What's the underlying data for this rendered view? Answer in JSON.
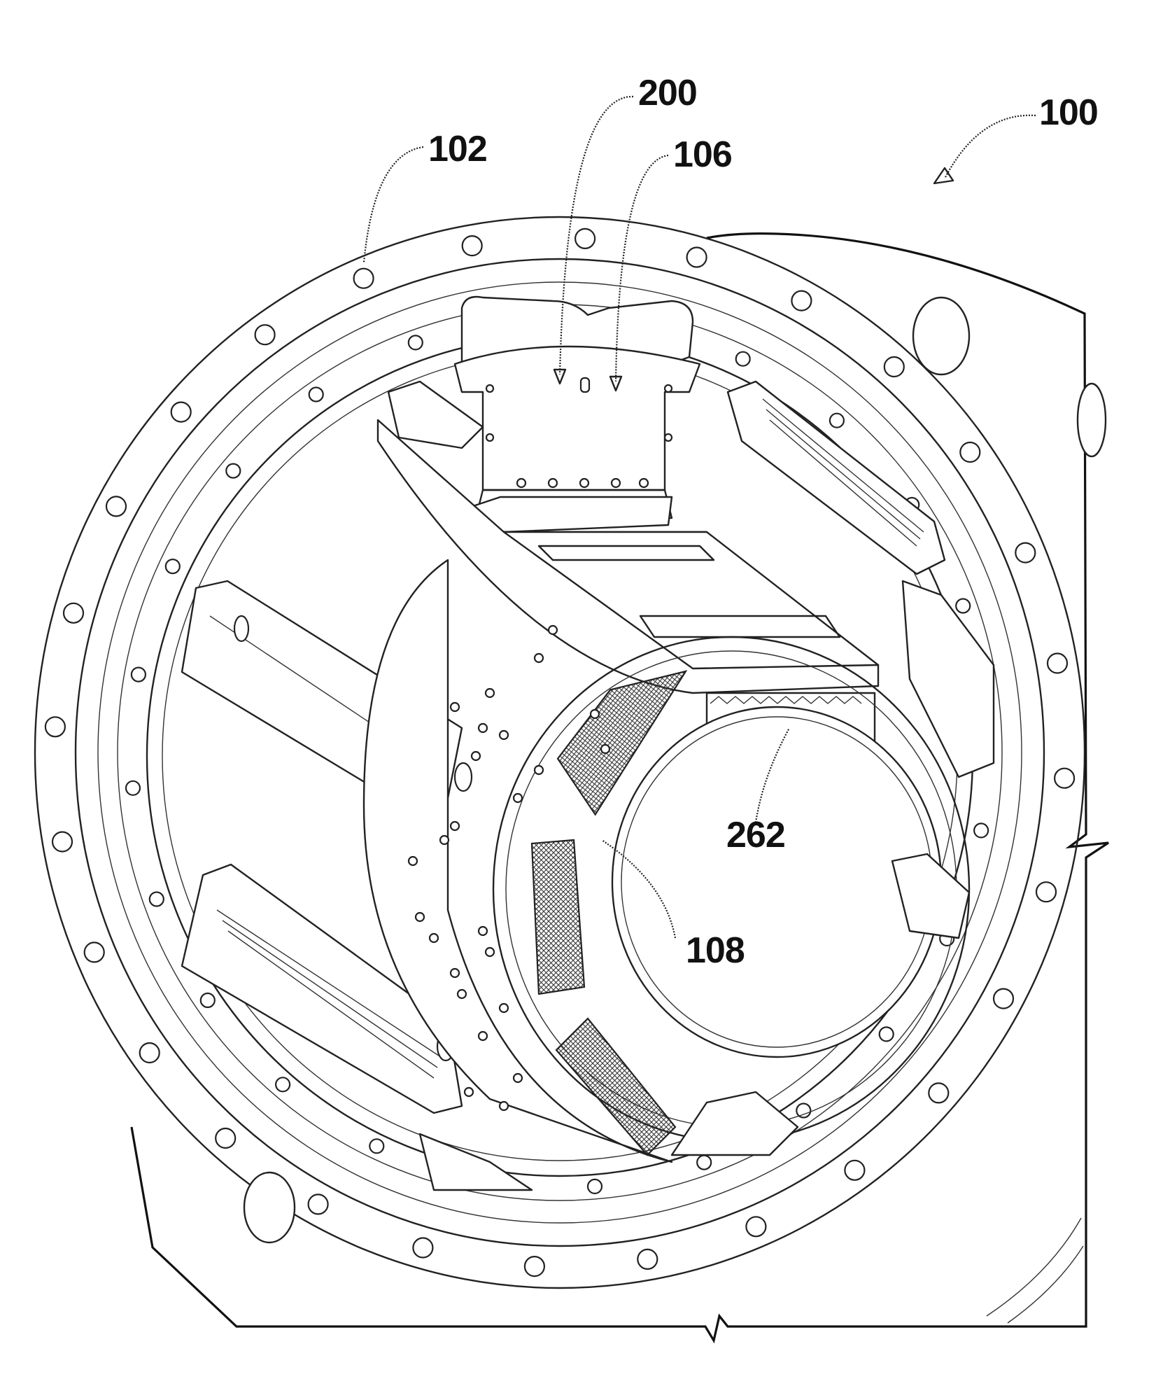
{
  "figure": {
    "labels": {
      "assembly": "100",
      "housing": "102",
      "mount": "200",
      "cassette": "106",
      "rotor": "108",
      "teeth": "262"
    }
  }
}
